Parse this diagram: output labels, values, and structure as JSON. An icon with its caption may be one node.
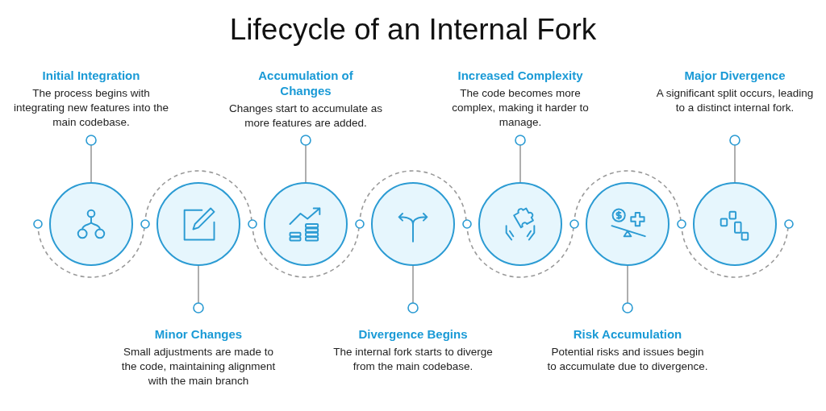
{
  "diagram": {
    "title": "Lifecycle of an Internal Fork",
    "nodes": [
      {
        "text": [
          "Initial Integration",
          "The process begins with integrating new features into the main codebase."
        ]
      },
      {
        "text": [],
        "shape": "circle"
      },
      {
        "text": [
          "Minor Changes",
          "Small adjustments are made to the code, maintaining alignment with the main branch"
        ]
      },
      {
        "text": [],
        "shape": "circle"
      },
      {
        "text": [
          "Accumulation of Changes",
          "Changes start to accumulate as more features are added."
        ]
      },
      {
        "text": [],
        "shape": "circle"
      },
      {
        "text": [
          "Divergence Begins",
          "The internal fork starts to diverge from the main codebase."
        ]
      },
      {
        "text": [],
        "shape": "circle"
      },
      {
        "text": [
          "Increased Complexity",
          "The code becomes more complex, making it harder to manage."
        ]
      },
      {
        "text": [],
        "shape": "circle"
      },
      {
        "text": [
          "Risk Accumulation",
          "Potential risks and issues begin to accumulate due to divergence."
        ]
      },
      {
        "text": [],
        "shape": "circle"
      },
      {
        "text": [
          "Major Divergence",
          "A significant split occurs, leading to a distinct internal fork."
        ]
      },
      {
        "text": [],
        "shape": "circle"
      }
    ],
    "edges": [
      {
        "from": 0,
        "to": 1,
        "arrow": "other"
      },
      {
        "from": 2,
        "to": 3,
        "arrow": "other"
      },
      {
        "from": 4,
        "to": 5,
        "arrow": "other"
      },
      {
        "from": 6,
        "to": 7,
        "arrow": "other"
      },
      {
        "from": 8,
        "to": 9,
        "arrow": "other"
      },
      {
        "from": 10,
        "to": 11,
        "arrow": "other"
      },
      {
        "from": 12,
        "to": 13,
        "arrow": "other"
      }
    ]
  }
}
